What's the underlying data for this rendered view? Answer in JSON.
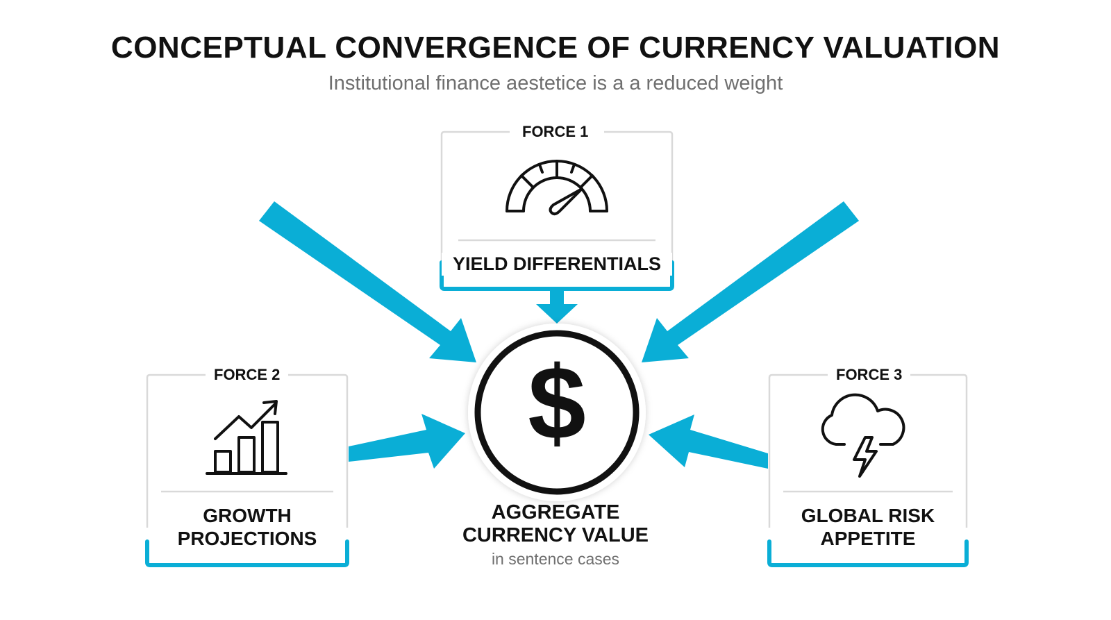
{
  "title": "CONCEPTUAL CONVERGENCE OF CURRENCY VALUATION",
  "subtitle": "Institutional finance aestetice is a a reduced weight",
  "colors": {
    "accent": "#0aaed6",
    "border": "#d9d9d9",
    "text": "#111111",
    "muted": "#6f6f6f"
  },
  "forces": [
    {
      "label": "FORCE 1",
      "title": "YIELD DIFFERENTIALS",
      "icon": "gauge-icon"
    },
    {
      "label": "FORCE 2",
      "title_lines": [
        "GROWTH",
        "PROJECTIONS"
      ],
      "icon": "bar-chart-trend-icon"
    },
    {
      "label": "FORCE 3",
      "title_lines": [
        "GLOBAL RISK",
        "APPETITE"
      ],
      "icon": "storm-cloud-icon"
    }
  ],
  "center": {
    "icon": "dollar-icon",
    "symbol": "$",
    "title_lines": [
      "AGGREGATE",
      "CURRENCY VALUE"
    ],
    "subtitle": "in sentence cases"
  }
}
